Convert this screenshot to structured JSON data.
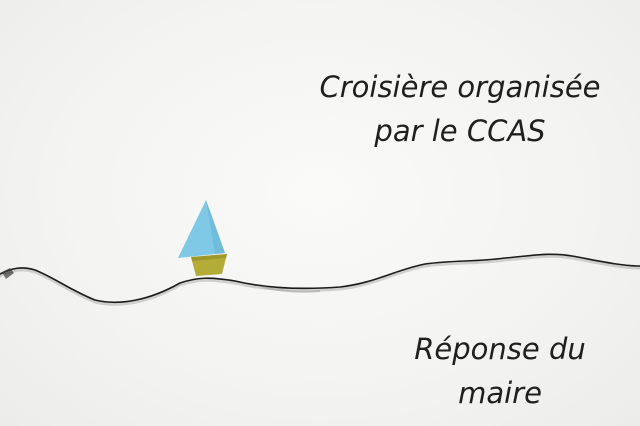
{
  "caption_top": {
    "line1": "Croisière organisée",
    "line2": "par le CCAS"
  },
  "caption_bottom": {
    "line1": "Réponse du",
    "line2": "maire"
  },
  "colors": {
    "sail": "#7fc8e6",
    "hull": "#b3ad38",
    "crack": "#1c1c1c",
    "paper": "#f4f4f2",
    "text": "#1f1f1f"
  }
}
